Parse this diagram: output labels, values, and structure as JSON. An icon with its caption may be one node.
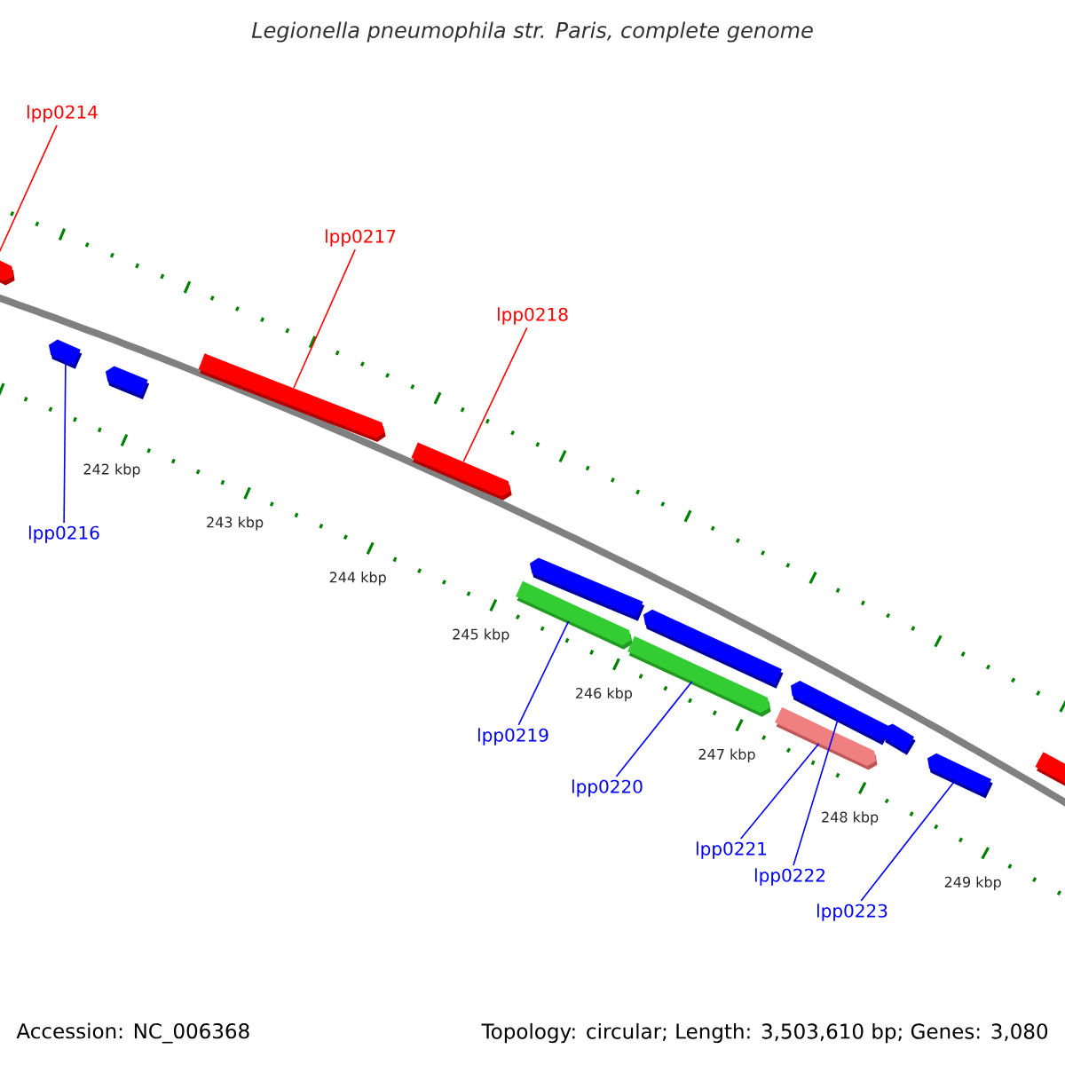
{
  "diagram": {
    "title": "Legionella pneumophila str. Paris, complete genome",
    "nodes": [
      {
        "text": [
          "lpp0214"
        ]
      },
      {
        "text": [],
        "shape": "bar"
      },
      {
        "text": [
          "lpp0217"
        ]
      },
      {
        "text": [],
        "shape": "bar"
      },
      {
        "text": [
          "lpp0218"
        ]
      },
      {
        "text": [],
        "shape": "bar"
      },
      {
        "text": [],
        "shape": "bar"
      },
      {
        "text": [],
        "shape": "bar"
      },
      {
        "text": [
          "lpp0216"
        ]
      },
      {
        "text": [],
        "shape": "bar"
      },
      {
        "text": [],
        "shape": "bar"
      },
      {
        "text": [],
        "shape": "bar"
      },
      {
        "text": [],
        "shape": "bar"
      },
      {
        "text": [
          "lpp0219"
        ]
      },
      {
        "text": [
          "lpp0220"
        ]
      },
      {
        "text": [],
        "shape": "bar"
      },
      {
        "text": [],
        "shape": "bar"
      },
      {
        "text": [],
        "shape": "bar"
      },
      {
        "text": [],
        "shape": "bar"
      },
      {
        "text": [],
        "shape": "bar"
      },
      {
        "text": [
          "lpp0221"
        ]
      },
      {
        "text": [
          "lpp0222"
        ]
      },
      {
        "text": [
          "lpp0223"
        ]
      }
    ],
    "edges": [
      {
        "from": 0,
        "to": 1,
        "arrow": "none",
        "color": "#ff0000"
      },
      {
        "from": 2,
        "to": 3,
        "arrow": "none",
        "color": "#ff0000"
      },
      {
        "from": 4,
        "to": 5,
        "arrow": "none",
        "color": "#ff0000"
      },
      {
        "from": 8,
        "to": 6,
        "arrow": "none"
      },
      {
        "from": 13,
        "to": 10,
        "arrow": "none"
      },
      {
        "from": 14,
        "to": 12,
        "arrow": "none"
      },
      {
        "from": 20,
        "to": 16,
        "arrow": "none"
      },
      {
        "from": 21,
        "to": 15,
        "arrow": "none"
      },
      {
        "from": 22,
        "to": 19,
        "arrow": "none"
      }
    ],
    "labels": [
      "242 kbp",
      "243 kbp",
      "244 kbp",
      "245 kbp",
      "246 kbp",
      "247 kbp",
      "248 kbp",
      "249 kbp",
      "Accession: NC_006368",
      "Topology: circular; Length: 3,503,610 bp; Genes: 3,080"
    ]
  }
}
